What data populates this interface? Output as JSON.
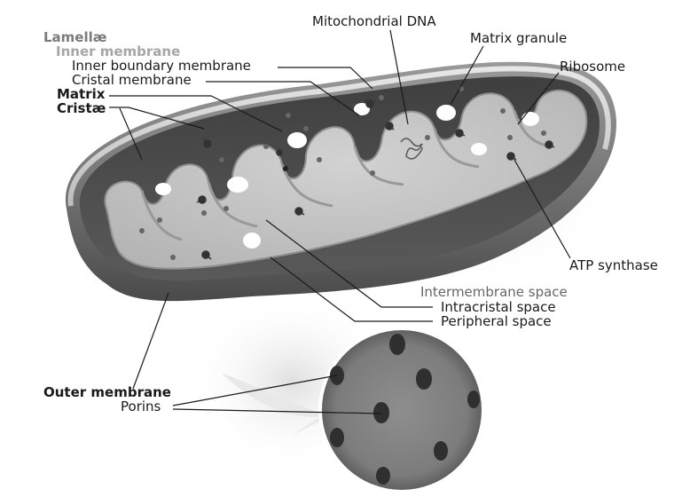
{
  "labels": {
    "lamellae": "Lamellæ",
    "inner_membrane": "Inner membrane",
    "inner_boundary_membrane": "Inner boundary membrane",
    "cristal_membrane": "Cristal membrane",
    "matrix": "Matrix",
    "cristae": "Cristæ",
    "mitochondrial_dna": "Mitochondrial DNA",
    "matrix_granule": "Matrix granule",
    "ribosome": "Ribosome",
    "atp_synthase": "ATP synthase",
    "intermembrane_space": "Intermembrane space",
    "intracristal_space": "Intracristal space",
    "peripheral_space": "Peripheral space",
    "outer_membrane": "Outer membrane",
    "porins": "Porins"
  }
}
